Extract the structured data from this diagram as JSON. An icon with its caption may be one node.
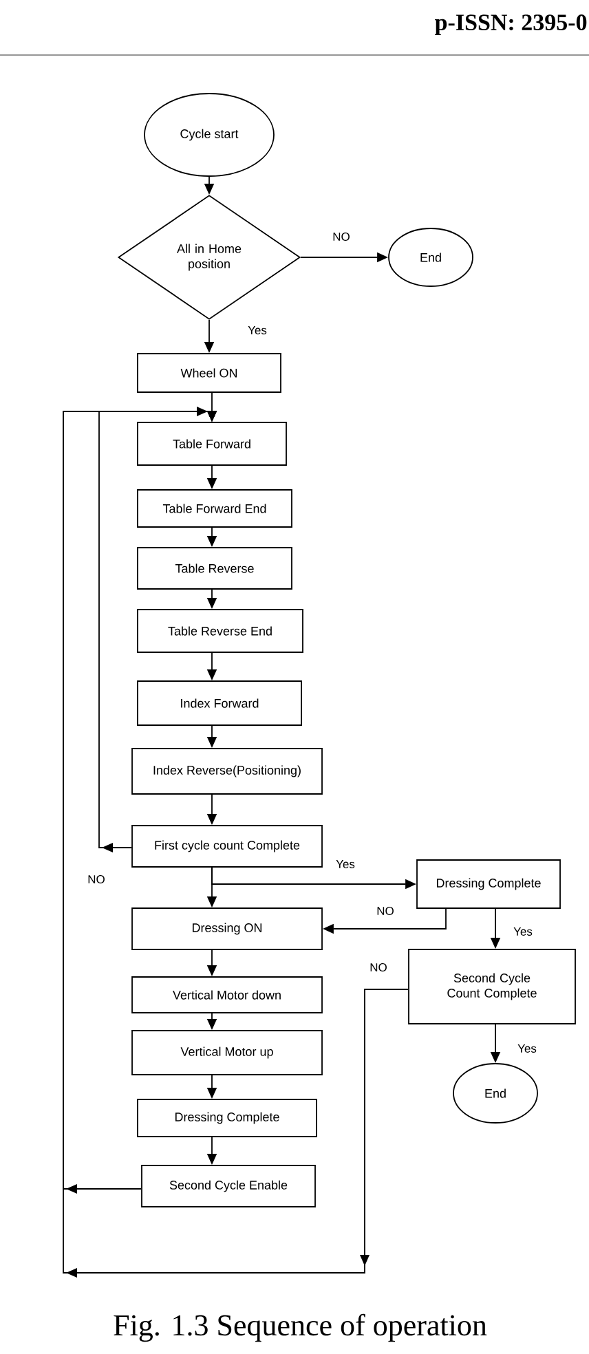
{
  "diagram": {
    "caption": "Fig. 1.3 Sequence of operation",
    "nodes": [
      {
        "text": [
          "Cycle start"
        ]
      },
      {
        "text": [
          "All in Home position"
        ]
      },
      {
        "text": [
          "End"
        ]
      },
      {
        "text": [
          "Wheel ON"
        ]
      },
      {
        "text": [
          "Table Forward"
        ]
      },
      {
        "text": [
          "Table Forward End"
        ]
      },
      {
        "text": [
          "Table Reverse"
        ]
      },
      {
        "text": [
          "Table Reverse End"
        ]
      },
      {
        "text": [
          "Index Forward"
        ]
      },
      {
        "text": [
          "Index Reverse(Positioning)"
        ]
      },
      {
        "text": [
          "First cycle count Complete"
        ]
      },
      {
        "text": [
          "Dressing Complete"
        ]
      },
      {
        "text": [
          "Dressing ON"
        ]
      },
      {
        "text": [
          "Second Cycle Count Complete"
        ]
      },
      {
        "text": [
          "Vertical Motor down"
        ]
      },
      {
        "text": [
          "Vertical Motor up"
        ]
      },
      {
        "text": [
          "End"
        ]
      },
      {
        "text": [
          "Dressing Complete"
        ]
      },
      {
        "text": [
          "Second Cycle Enable"
        ]
      }
    ],
    "edges": [
      {
        "from": 0,
        "to": 1,
        "arrow": "to"
      },
      {
        "from": 1,
        "to": 2,
        "arrow": "to",
        "label": "NO"
      },
      {
        "from": 1,
        "to": 3,
        "arrow": "to",
        "label": "Yes"
      },
      {
        "from": 3,
        "to": 4,
        "arrow": "to"
      },
      {
        "from": 4,
        "to": 5,
        "arrow": "to"
      },
      {
        "from": 5,
        "to": 6,
        "arrow": "to"
      },
      {
        "from": 6,
        "to": 7,
        "arrow": "to"
      },
      {
        "from": 7,
        "to": 8,
        "arrow": "to"
      },
      {
        "from": 8,
        "to": 9,
        "arrow": "to"
      },
      {
        "from": 9,
        "to": 10,
        "arrow": "to"
      },
      {
        "from": 10,
        "to": 4,
        "arrow": "to",
        "label": "NO"
      },
      {
        "from": 10,
        "to": 12,
        "arrow": "to"
      },
      {
        "from": 10,
        "to": 11,
        "arrow": "to",
        "label": "Yes"
      },
      {
        "from": 11,
        "to": 12,
        "arrow": "to",
        "label": "NO"
      },
      {
        "from": 11,
        "to": 13,
        "arrow": "to",
        "label": "Yes"
      },
      {
        "from": 13,
        "to": 4,
        "arrow": "to",
        "label": "NO"
      },
      {
        "from": 12,
        "to": 14,
        "arrow": "to"
      },
      {
        "from": 14,
        "to": 15,
        "arrow": "to"
      },
      {
        "from": 13,
        "to": 16,
        "arrow": "to",
        "label": "Yes"
      },
      {
        "from": 15,
        "to": 17,
        "arrow": "to"
      },
      {
        "from": 17,
        "to": 18,
        "arrow": "to"
      },
      {
        "from": 18,
        "to": 4,
        "arrow": "to"
      }
    ],
    "labels": [
      "p-ISSN: 2395-0"
    ]
  }
}
